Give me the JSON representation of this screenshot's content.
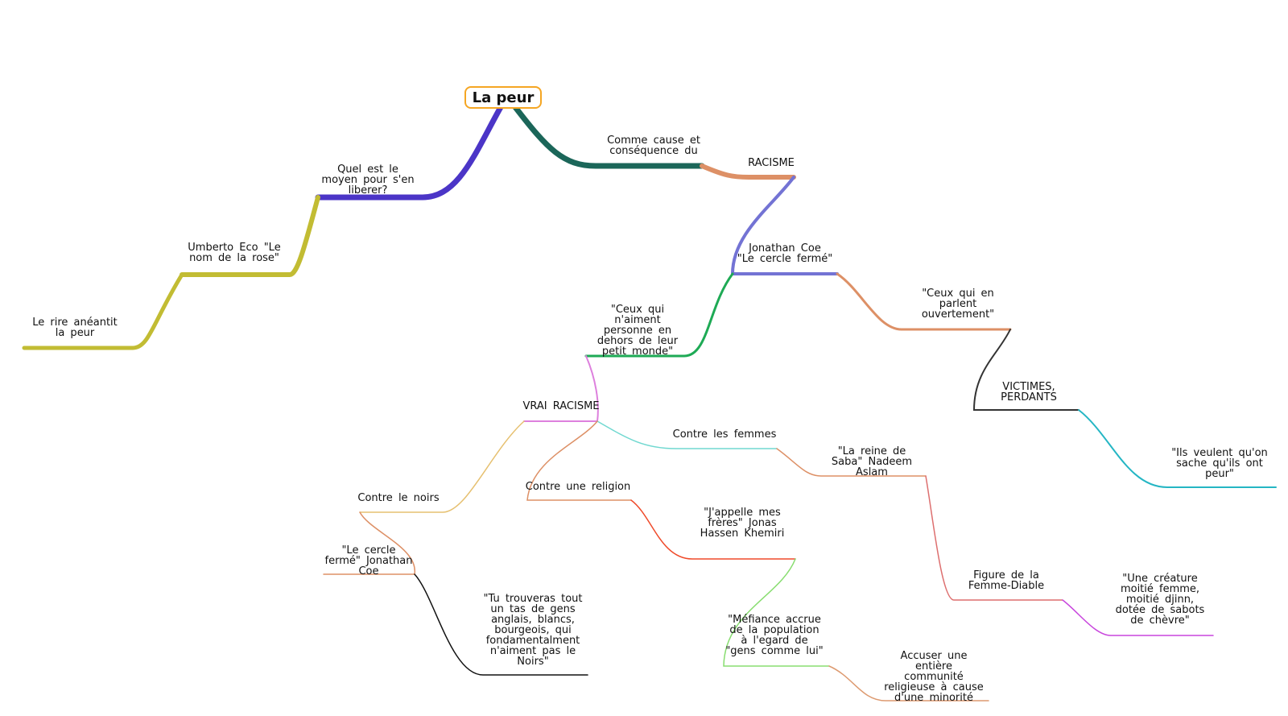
{
  "root": {
    "label": "La peur",
    "color": "#f5a623"
  },
  "nodes": [
    {
      "id": "cause",
      "lines": [
        "Comme cause et",
        "conséquence du"
      ],
      "color": "#1b6659"
    },
    {
      "id": "racisme",
      "lines": [
        "RACISME"
      ],
      "color": "#dd9066"
    },
    {
      "id": "coe",
      "lines": [
        "Jonathan Coe",
        "\"Le cercle fermé\""
      ],
      "color": "#7373d4"
    },
    {
      "id": "ouvert",
      "lines": [
        "\"Ceux qui en",
        "parlent",
        "ouvertement\""
      ],
      "color": "#dd9066"
    },
    {
      "id": "victimes",
      "lines": [
        "VICTIMES,",
        "PERDANTS"
      ],
      "color": "#333333"
    },
    {
      "id": "sache",
      "lines": [
        "\"Ils veulent qu'on",
        "sache qu'ils ont",
        "peur\""
      ],
      "color": "#25b6c4"
    },
    {
      "id": "ceuxqui",
      "lines": [
        "\"Ceux qui",
        "n'aiment",
        "personne en",
        "dehors de leur",
        "petit monde\""
      ],
      "color": "#1eaa55"
    },
    {
      "id": "vrai",
      "lines": [
        "VRAI RACISME"
      ],
      "color": "#dd80dd"
    },
    {
      "id": "femmes",
      "lines": [
        "Contre les femmes"
      ],
      "color": "#70d8d0"
    },
    {
      "id": "saba",
      "lines": [
        "\"La reine de",
        "Saba\" Nadeem",
        "Aslam"
      ],
      "color": "#dd9066"
    },
    {
      "id": "figure",
      "lines": [
        "Figure de la",
        "Femme-Diable"
      ],
      "color": "#dd6f6f"
    },
    {
      "id": "creature",
      "lines": [
        "\"Une créature",
        "moitié femme,",
        "moitié djinn,",
        "dotée de sabots",
        "de chèvre\""
      ],
      "color": "#c845dd"
    },
    {
      "id": "religion",
      "lines": [
        "Contre une religion"
      ],
      "color": "#dd9066"
    },
    {
      "id": "khemiri",
      "lines": [
        "\"J'appelle mes",
        "frères\" Jonas",
        "Hassen Khemiri"
      ],
      "color": "#ef4a2a"
    },
    {
      "id": "mefiance",
      "lines": [
        "\"Méfiance accrue",
        "de la population",
        "à l'egard de",
        "\"gens comme lui\""
      ],
      "color": "#88dd70"
    },
    {
      "id": "accuser",
      "lines": [
        "Accuser une",
        "entière",
        "communité",
        "religieuse à cause",
        "d'une minorité"
      ],
      "color": "#dd9a70"
    },
    {
      "id": "noirs",
      "lines": [
        "Contre le noirs"
      ],
      "color": "#e6c070"
    },
    {
      "id": "coe2",
      "lines": [
        "\"Le cercle",
        "fermé\" Jonathan",
        "Coe"
      ],
      "color": "#dd9066"
    },
    {
      "id": "anglais",
      "lines": [
        "\"Tu trouveras tout",
        "un tas de gens",
        "anglais, blancs,",
        "bourgeois, qui",
        "fondamentalment",
        "n'aiment pas le",
        "Noirs\""
      ],
      "color": "#111111"
    },
    {
      "id": "liberer",
      "lines": [
        "Quel est le",
        "moyen pour s'en",
        "liberer?"
      ],
      "color": "#4b35c7"
    },
    {
      "id": "eco",
      "lines": [
        "Umberto Eco \"Le",
        "nom de la rose\""
      ],
      "color": "#c2bc33"
    },
    {
      "id": "rire",
      "lines": [
        "Le rire anéantit",
        "la peur"
      ],
      "color": "#c2bc33"
    }
  ]
}
